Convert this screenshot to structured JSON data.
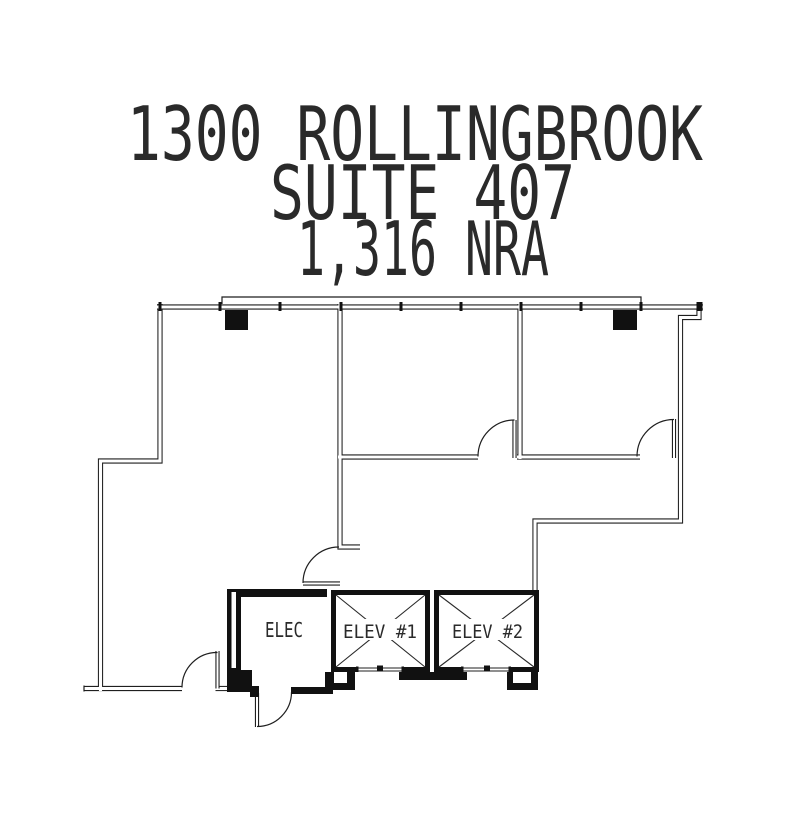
{
  "page": {
    "kind": "architectural floor plan drawing",
    "background": "#ffffff",
    "ink": "#1f1f1f"
  },
  "title": {
    "line1": "1300 ROLLINGBROOK",
    "line2": "SUITE 407",
    "line3": "1,316 NRA"
  },
  "rooms": {
    "elec": "ELEC",
    "elev1": "ELEV #1",
    "elev2": "ELEV #2"
  }
}
